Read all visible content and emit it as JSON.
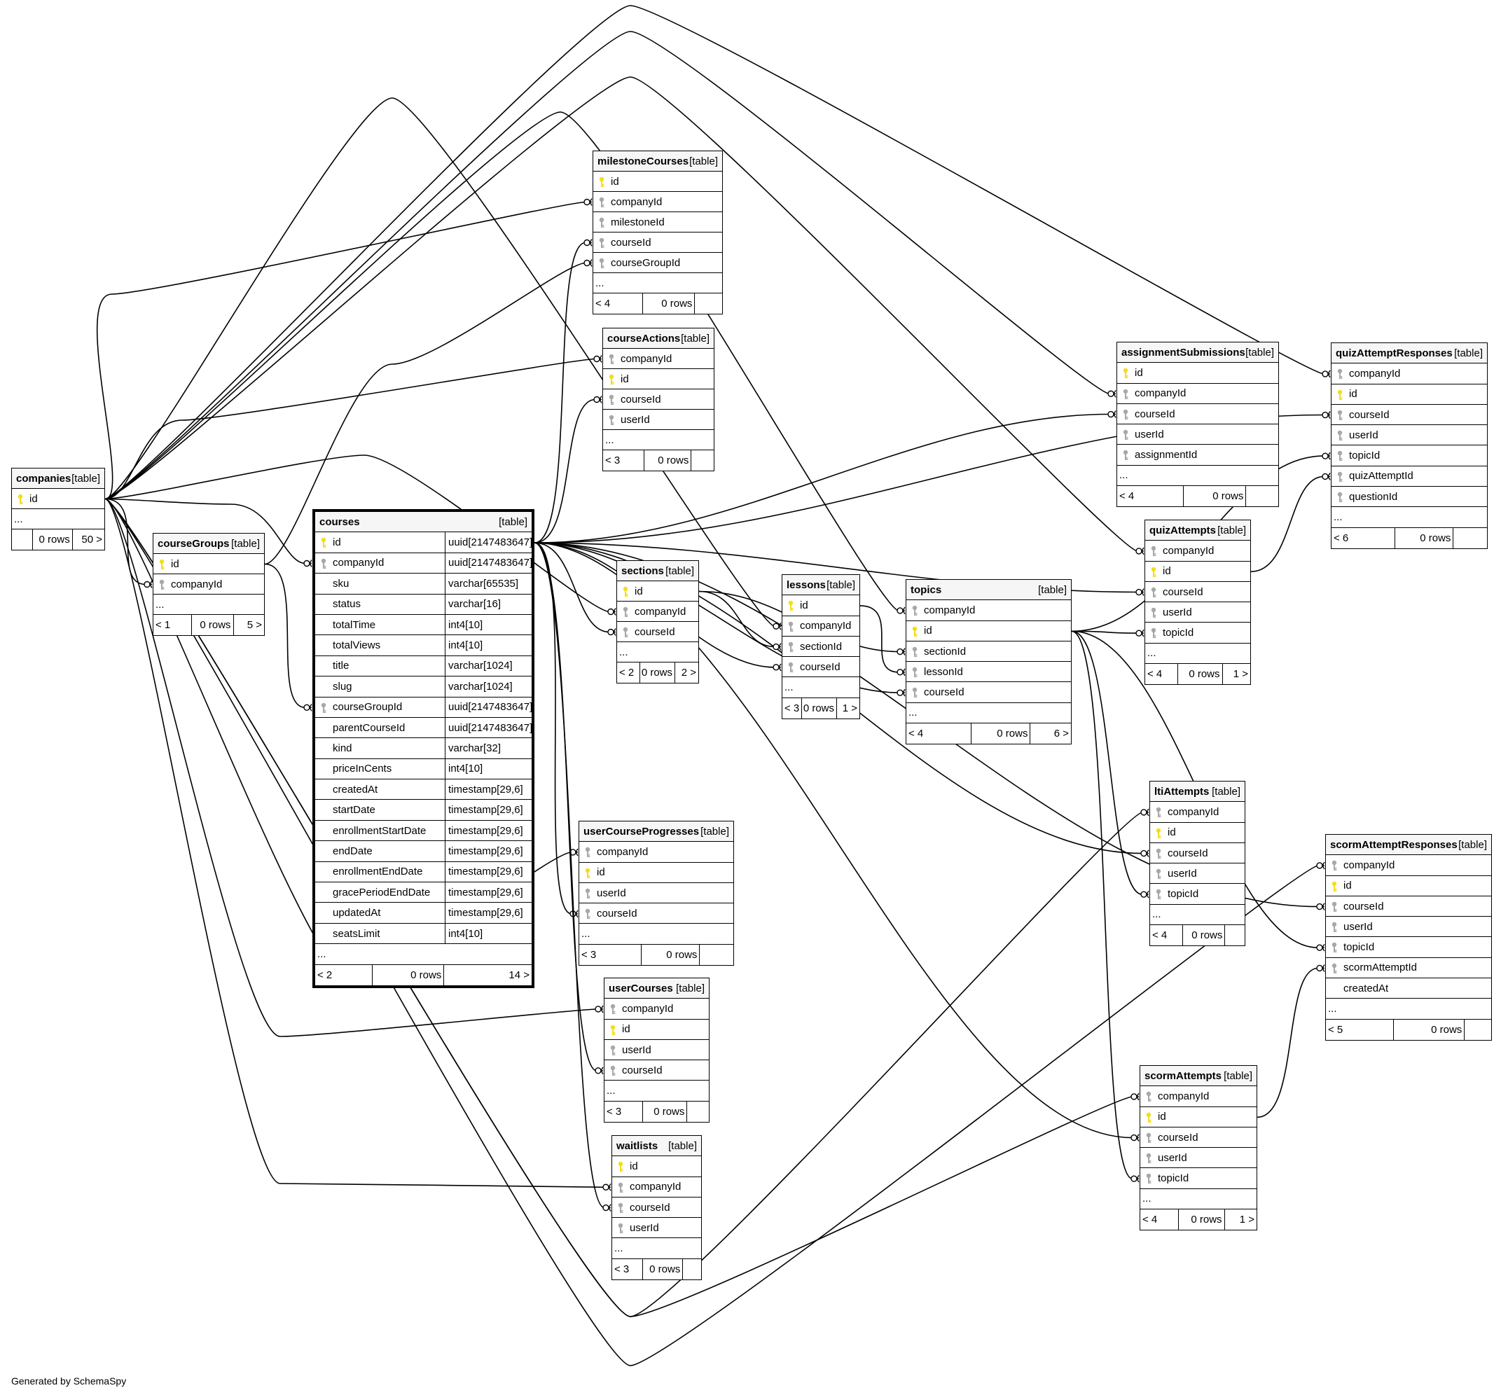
{
  "footer": "Generated by SchemaSpy",
  "table_type": "[table]",
  "more": "...",
  "colors": {
    "primary_key": "#f5dd1c",
    "foreign_key": "#a8a8a8",
    "line": "#000000"
  },
  "tables": [
    {
      "id": "companies",
      "name": "companies",
      "columns": [
        {
          "name": "id",
          "key": "pk"
        }
      ],
      "footer": [
        "",
        "0 rows",
        "50 >"
      ]
    },
    {
      "id": "courseGroups",
      "name": "courseGroups",
      "columns": [
        {
          "name": "id",
          "key": "pk"
        },
        {
          "name": "companyId",
          "key": "fk"
        }
      ],
      "footer": [
        "< 1",
        "0 rows",
        "5 >"
      ]
    },
    {
      "id": "courses",
      "name": "courses",
      "main": true,
      "columns": [
        {
          "name": "id",
          "key": "pk",
          "type": "uuid[2147483647]"
        },
        {
          "name": "companyId",
          "key": "fk",
          "type": "uuid[2147483647]"
        },
        {
          "name": "sku",
          "key": "",
          "type": "varchar[65535]"
        },
        {
          "name": "status",
          "key": "",
          "type": "varchar[16]"
        },
        {
          "name": "totalTime",
          "key": "",
          "type": "int4[10]"
        },
        {
          "name": "totalViews",
          "key": "",
          "type": "int4[10]"
        },
        {
          "name": "title",
          "key": "",
          "type": "varchar[1024]"
        },
        {
          "name": "slug",
          "key": "",
          "type": "varchar[1024]"
        },
        {
          "name": "courseGroupId",
          "key": "fk",
          "type": "uuid[2147483647]"
        },
        {
          "name": "parentCourseId",
          "key": "",
          "type": "uuid[2147483647]"
        },
        {
          "name": "kind",
          "key": "",
          "type": "varchar[32]"
        },
        {
          "name": "priceInCents",
          "key": "",
          "type": "int4[10]"
        },
        {
          "name": "createdAt",
          "key": "",
          "type": "timestamp[29,6]"
        },
        {
          "name": "startDate",
          "key": "",
          "type": "timestamp[29,6]"
        },
        {
          "name": "enrollmentStartDate",
          "key": "",
          "type": "timestamp[29,6]"
        },
        {
          "name": "endDate",
          "key": "",
          "type": "timestamp[29,6]"
        },
        {
          "name": "enrollmentEndDate",
          "key": "",
          "type": "timestamp[29,6]"
        },
        {
          "name": "gracePeriodEndDate",
          "key": "",
          "type": "timestamp[29,6]"
        },
        {
          "name": "updatedAt",
          "key": "",
          "type": "timestamp[29,6]"
        },
        {
          "name": "seatsLimit",
          "key": "",
          "type": "int4[10]"
        }
      ],
      "footer": [
        "< 2",
        "0 rows",
        "14 >"
      ]
    },
    {
      "id": "milestoneCourses",
      "name": "milestoneCourses",
      "columns": [
        {
          "name": "id",
          "key": "pk"
        },
        {
          "name": "companyId",
          "key": "fk"
        },
        {
          "name": "milestoneId",
          "key": "fk"
        },
        {
          "name": "courseId",
          "key": "fk"
        },
        {
          "name": "courseGroupId",
          "key": "fk"
        }
      ],
      "footer": [
        "< 4",
        "0 rows",
        ""
      ]
    },
    {
      "id": "courseActions",
      "name": "courseActions",
      "columns": [
        {
          "name": "companyId",
          "key": "fk"
        },
        {
          "name": "id",
          "key": "pk"
        },
        {
          "name": "courseId",
          "key": "fk"
        },
        {
          "name": "userId",
          "key": "fk"
        }
      ],
      "footer": [
        "< 3",
        "0 rows",
        ""
      ]
    },
    {
      "id": "sections",
      "name": "sections",
      "columns": [
        {
          "name": "id",
          "key": "pk"
        },
        {
          "name": "companyId",
          "key": "fk"
        },
        {
          "name": "courseId",
          "key": "fk"
        }
      ],
      "footer": [
        "< 2",
        "0 rows",
        "2 >"
      ]
    },
    {
      "id": "lessons",
      "name": "lessons",
      "columns": [
        {
          "name": "id",
          "key": "pk"
        },
        {
          "name": "companyId",
          "key": "fk"
        },
        {
          "name": "sectionId",
          "key": "fk"
        },
        {
          "name": "courseId",
          "key": "fk"
        }
      ],
      "footer": [
        "< 3",
        "0 rows",
        "1 >"
      ]
    },
    {
      "id": "topics",
      "name": "topics",
      "columns": [
        {
          "name": "companyId",
          "key": "fk"
        },
        {
          "name": "id",
          "key": "pk"
        },
        {
          "name": "sectionId",
          "key": "fk"
        },
        {
          "name": "lessonId",
          "key": "fk"
        },
        {
          "name": "courseId",
          "key": "fk"
        }
      ],
      "footer": [
        "< 4",
        "0 rows",
        "6 >"
      ]
    },
    {
      "id": "assignmentSubmissions",
      "name": "assignmentSubmissions",
      "columns": [
        {
          "name": "id",
          "key": "pk"
        },
        {
          "name": "companyId",
          "key": "fk"
        },
        {
          "name": "courseId",
          "key": "fk"
        },
        {
          "name": "userId",
          "key": "fk"
        },
        {
          "name": "assignmentId",
          "key": "fk"
        }
      ],
      "footer": [
        "< 4",
        "0 rows",
        ""
      ]
    },
    {
      "id": "quizAttemptResponses",
      "name": "quizAttemptResponses",
      "columns": [
        {
          "name": "companyId",
          "key": "fk"
        },
        {
          "name": "id",
          "key": "pk"
        },
        {
          "name": "courseId",
          "key": "fk"
        },
        {
          "name": "userId",
          "key": "fk"
        },
        {
          "name": "topicId",
          "key": "fk"
        },
        {
          "name": "quizAttemptId",
          "key": "fk"
        },
        {
          "name": "questionId",
          "key": "fk"
        }
      ],
      "footer": [
        "< 6",
        "0 rows",
        ""
      ]
    },
    {
      "id": "quizAttempts",
      "name": "quizAttempts",
      "columns": [
        {
          "name": "companyId",
          "key": "fk"
        },
        {
          "name": "id",
          "key": "pk"
        },
        {
          "name": "courseId",
          "key": "fk"
        },
        {
          "name": "userId",
          "key": "fk"
        },
        {
          "name": "topicId",
          "key": "fk"
        }
      ],
      "footer": [
        "< 4",
        "0 rows",
        "1 >"
      ]
    },
    {
      "id": "ltiAttempts",
      "name": "ltiAttempts",
      "columns": [
        {
          "name": "companyId",
          "key": "fk"
        },
        {
          "name": "id",
          "key": "pk"
        },
        {
          "name": "courseId",
          "key": "fk"
        },
        {
          "name": "userId",
          "key": "fk"
        },
        {
          "name": "topicId",
          "key": "fk"
        }
      ],
      "footer": [
        "< 4",
        "0 rows",
        ""
      ]
    },
    {
      "id": "scormAttemptResponses",
      "name": "scormAttemptResponses",
      "columns": [
        {
          "name": "companyId",
          "key": "fk"
        },
        {
          "name": "id",
          "key": "pk"
        },
        {
          "name": "courseId",
          "key": "fk"
        },
        {
          "name": "userId",
          "key": "fk"
        },
        {
          "name": "topicId",
          "key": "fk"
        },
        {
          "name": "scormAttemptId",
          "key": "fk"
        },
        {
          "name": "createdAt",
          "key": ""
        }
      ],
      "footer": [
        "< 5",
        "0 rows",
        ""
      ]
    },
    {
      "id": "scormAttempts",
      "name": "scormAttempts",
      "columns": [
        {
          "name": "companyId",
          "key": "fk"
        },
        {
          "name": "id",
          "key": "pk"
        },
        {
          "name": "courseId",
          "key": "fk"
        },
        {
          "name": "userId",
          "key": "fk"
        },
        {
          "name": "topicId",
          "key": "fk"
        }
      ],
      "footer": [
        "< 4",
        "0 rows",
        "1 >"
      ]
    },
    {
      "id": "userCourseProgresses",
      "name": "userCourseProgresses",
      "columns": [
        {
          "name": "companyId",
          "key": "fk"
        },
        {
          "name": "id",
          "key": "pk"
        },
        {
          "name": "userId",
          "key": "fk"
        },
        {
          "name": "courseId",
          "key": "fk"
        }
      ],
      "footer": [
        "< 3",
        "0 rows",
        ""
      ]
    },
    {
      "id": "userCourses",
      "name": "userCourses",
      "columns": [
        {
          "name": "companyId",
          "key": "fk"
        },
        {
          "name": "id",
          "key": "pk"
        },
        {
          "name": "userId",
          "key": "fk"
        },
        {
          "name": "courseId",
          "key": "fk"
        }
      ],
      "footer": [
        "< 3",
        "0 rows",
        ""
      ]
    },
    {
      "id": "waitlists",
      "name": "waitlists",
      "columns": [
        {
          "name": "id",
          "key": "pk"
        },
        {
          "name": "companyId",
          "key": "fk"
        },
        {
          "name": "courseId",
          "key": "fk"
        },
        {
          "name": "userId",
          "key": "fk"
        }
      ],
      "footer": [
        "< 3",
        "0 rows",
        ""
      ]
    }
  ]
}
